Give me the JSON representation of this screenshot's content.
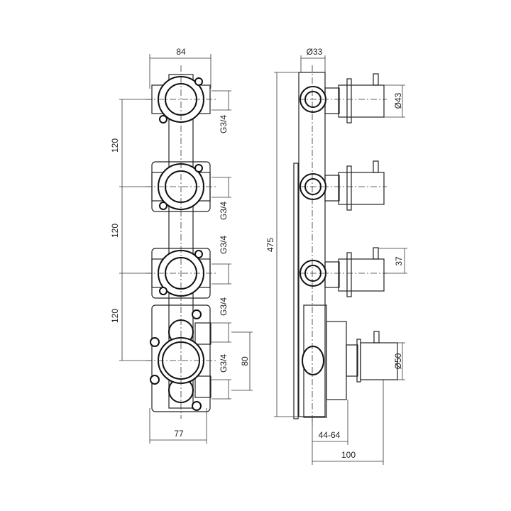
{
  "front_view": {
    "width_top": "84",
    "spacing_1": "120",
    "spacing_2": "120",
    "spacing_3": "120",
    "thread_1": "G3/4",
    "thread_2": "G3/4",
    "thread_3": "G3/4",
    "thread_4": "G3/4",
    "thread_5": "G3/4",
    "outlet_spacing": "80",
    "width_bottom": "77"
  },
  "side_view": {
    "pipe_diameter": "Ø33",
    "total_height": "475",
    "handle_diameter": "Ø43",
    "lever_height": "37",
    "thermostat_diameter": "Ø50",
    "wall_depth": "44-64",
    "projection": "100"
  }
}
